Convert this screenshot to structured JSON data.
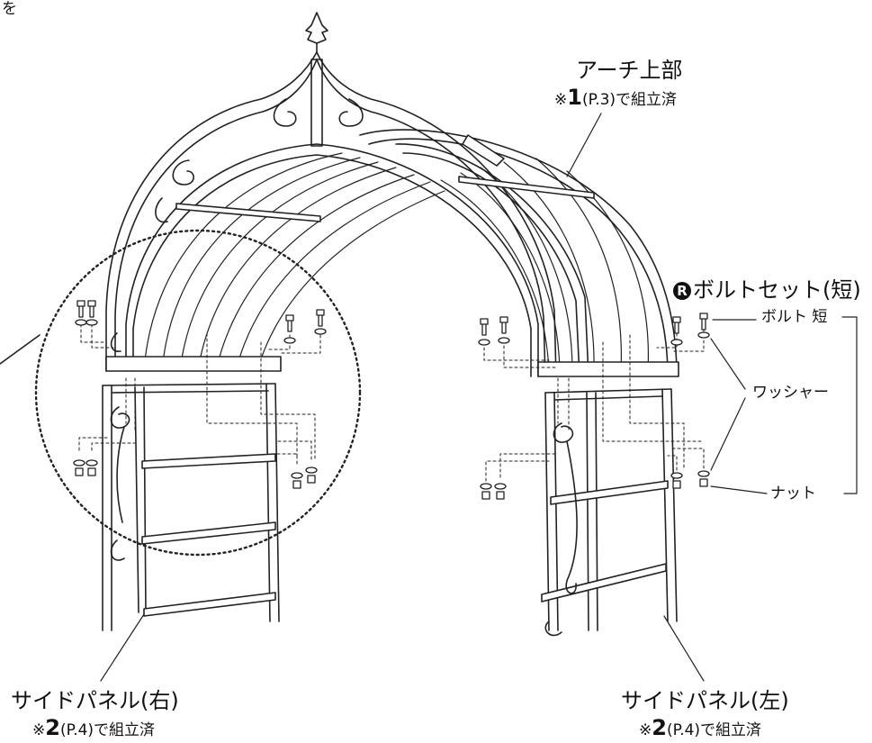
{
  "corner_text": "を",
  "labels": {
    "arch_top_title": "アーチ上部",
    "arch_top_note_prefix": "※",
    "arch_top_note_num": "1",
    "arch_top_note_suffix": "(P.3)で組立済",
    "bolt_set_badge": "R",
    "bolt_set_title": "ボルトセット(短)",
    "bolt_short": "ボルト 短",
    "washer": "ワッシャー",
    "nut": "ナット",
    "side_right_title": "サイドパネル(右)",
    "side_right_note_prefix": "※",
    "side_right_note_num": "2",
    "side_right_note_suffix": "(P.4)で組立済",
    "side_left_title": "サイドパネル(左)",
    "side_left_note_prefix": "※",
    "side_left_note_num": "2",
    "side_left_note_suffix": "(P.4)で組立済"
  },
  "colors": {
    "line": "#222222",
    "background": "#ffffff"
  }
}
